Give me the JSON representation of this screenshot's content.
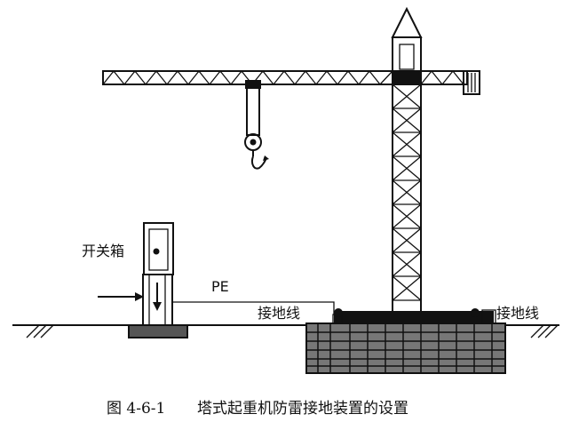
{
  "labels": {
    "switch_box": "开关箱",
    "pe": "PE",
    "ground_wire_left": "接地线",
    "ground_wire_right": "接地线"
  },
  "caption": {
    "number": "图 4-6-1",
    "title": "塔式起重机防雷接地装置的设置"
  }
}
